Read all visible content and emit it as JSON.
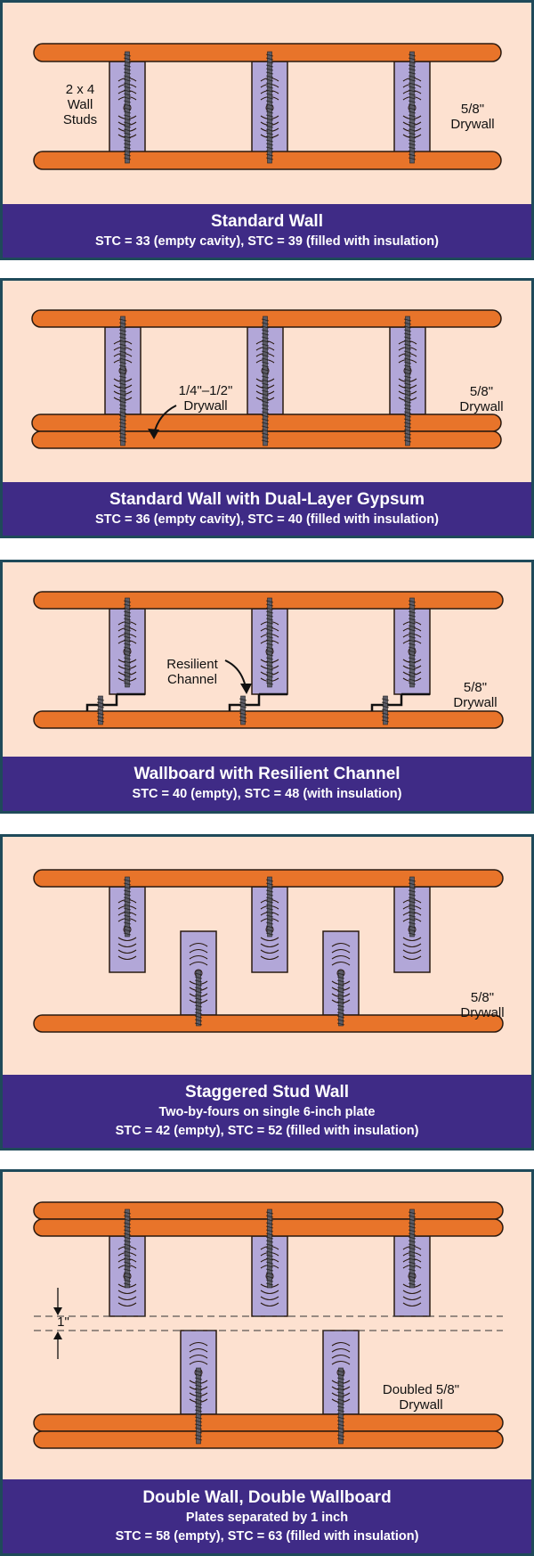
{
  "colors": {
    "drywall": "#e8742a",
    "drywall_edge": "#2a1a10",
    "stud": "#b2a7d8",
    "background": "#fde1d0",
    "caption_bg": "#3f2b86",
    "caption_text": "#ffffff",
    "frame": "#1f4a5a"
  },
  "panels": [
    {
      "title": "Standard Wall",
      "lines": [
        "STC = 33 (empty cavity), STC = 39 (filled with insulation)"
      ],
      "labels": {
        "studs": [
          "2 x 4",
          "Wall",
          "Studs"
        ],
        "drywall": [
          "5/8\"",
          "Drywall"
        ]
      }
    },
    {
      "title": "Standard Wall with Dual-Layer Gypsum",
      "lines": [
        "STC = 36 (empty cavity), STC = 40 (filled with insulation)"
      ],
      "labels": {
        "thin": [
          "1/4\"–1/2\"",
          "Drywall"
        ],
        "drywall": [
          "5/8\"",
          "Drywall"
        ]
      }
    },
    {
      "title": "Wallboard with Resilient Channel",
      "lines": [
        "STC = 40 (empty), STC = 48 (with insulation)"
      ],
      "labels": {
        "channel": [
          "Resilient",
          "Channel"
        ],
        "drywall": [
          "5/8\"",
          "Drywall"
        ]
      }
    },
    {
      "title": "Staggered Stud Wall",
      "lines": [
        "Two-by-fours on single 6-inch plate",
        "STC = 42 (empty), STC = 52 (filled with insulation)"
      ],
      "labels": {
        "drywall": [
          "5/8\"",
          "Drywall"
        ]
      }
    },
    {
      "title": "Double Wall, Double Wallboard",
      "lines": [
        "Plates separated by 1 inch",
        "STC = 58 (empty), STC = 63 (filled with insulation)"
      ],
      "labels": {
        "gap": "1\"",
        "drywall": [
          "Doubled 5/8\"",
          "Drywall"
        ]
      }
    }
  ]
}
